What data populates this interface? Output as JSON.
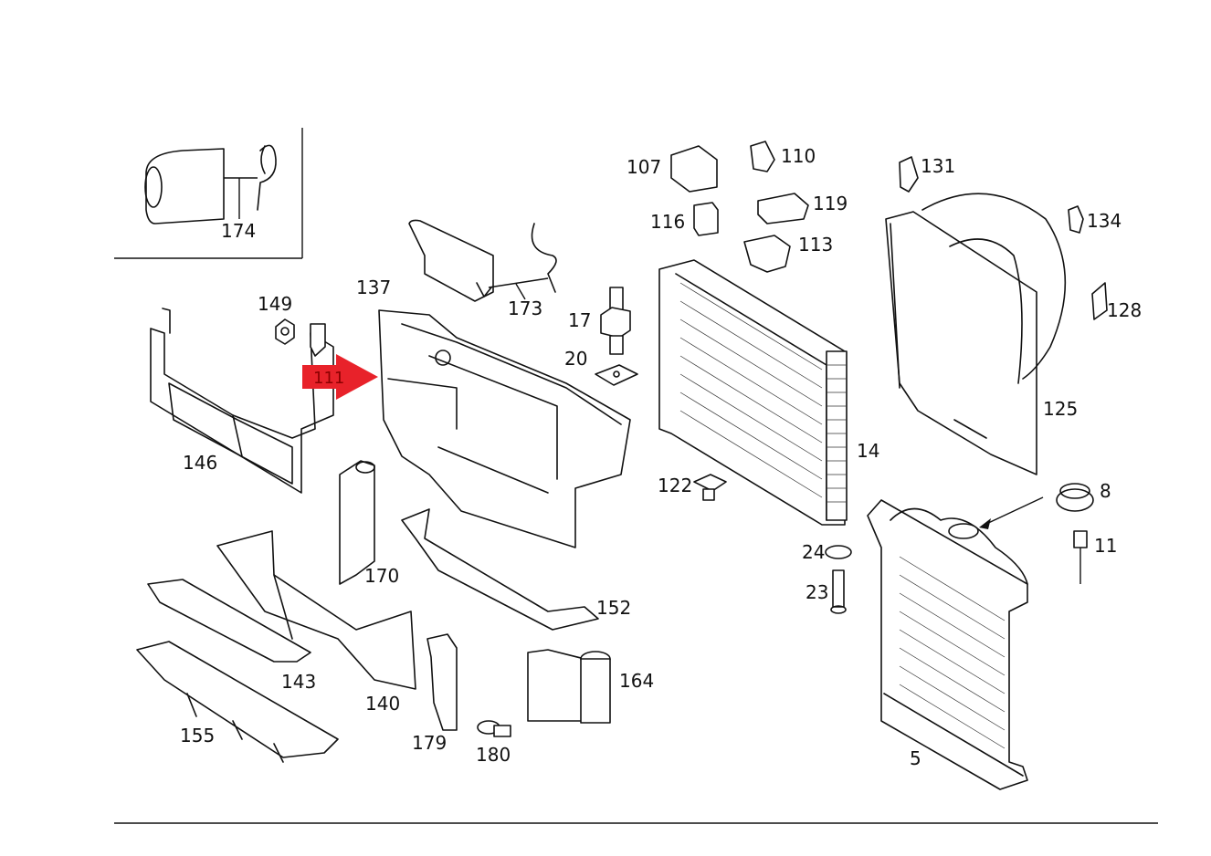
{
  "diagram": {
    "labels": {
      "p174": "174",
      "p149": "149",
      "p137": "137",
      "p173": "173",
      "p17": "17",
      "p20": "20",
      "p107": "107",
      "p110": "110",
      "p119": "119",
      "p116": "116",
      "p113": "113",
      "p131": "131",
      "p134": "134",
      "p128": "128",
      "p125": "125",
      "p14": "14",
      "p146": "146",
      "p170": "170",
      "p122": "122",
      "p8": "8",
      "p11": "11",
      "p24": "24",
      "p23": "23",
      "p152": "152",
      "p143": "143",
      "p140": "140",
      "p164": "164",
      "p155": "155",
      "p179": "179",
      "p180": "180",
      "p5": "5",
      "p111": "111"
    },
    "highlight_color": "#e8222a"
  }
}
